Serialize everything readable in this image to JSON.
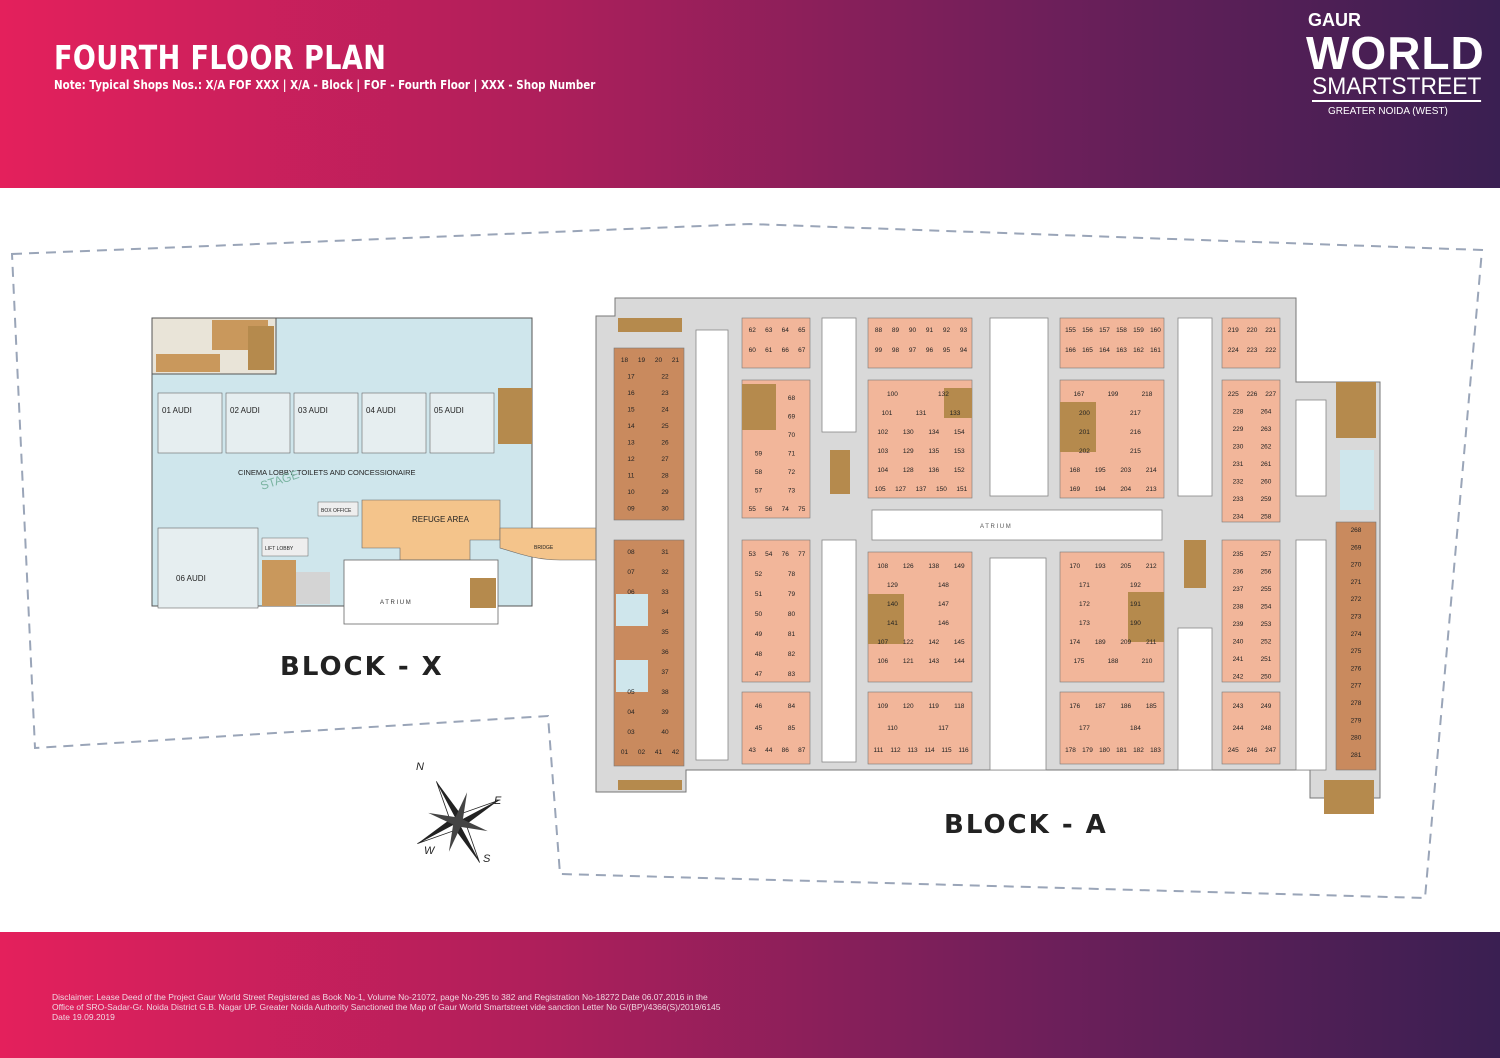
{
  "header": {
    "title": "FOURTH FLOOR PLAN",
    "note": "Note: Typical Shops Nos.: X/A FOF XXX | X/A - Block | FOF - Fourth Floor | XXX - Shop Number"
  },
  "logo": {
    "line1": "GAUR",
    "line2": "WORLD",
    "line3": "SMARTSTREET",
    "line4": "GREATER NOIDA (WEST)"
  },
  "blocks": {
    "x_label": "BLOCK - X",
    "a_label": "BLOCK - A"
  },
  "block_x": {
    "audis": [
      "01 AUDI",
      "02 AUDI",
      "03 AUDI",
      "04 AUDI",
      "05 AUDI",
      "06 AUDI"
    ],
    "lobby": "CINEMA LOBBY, TOILETS AND CONCESSIONAIRE",
    "stage": "STAGE",
    "refuge": "REFUGE AREA",
    "atrium": "A T R I U M",
    "bridge": "BRIDGE",
    "box_office": "BOX OFFICE",
    "lift_lobby": "LIFT LOBBY"
  },
  "block_a": {
    "atrium_label": "A T R I U M",
    "col_left_top": [
      [
        "18",
        "19",
        "20",
        "21"
      ],
      [
        "17",
        "22"
      ],
      [
        "16",
        "23"
      ],
      [
        "15",
        "24"
      ],
      [
        "14",
        "25"
      ],
      [
        "13",
        "26"
      ],
      [
        "12",
        "27"
      ],
      [
        "11",
        "28"
      ],
      [
        "10",
        "29"
      ],
      [
        "09",
        "30"
      ]
    ],
    "col_left_bottom": [
      [
        "08",
        "31"
      ],
      [
        "07",
        "32"
      ],
      [
        "06",
        "33"
      ],
      [
        "34"
      ],
      [
        "35"
      ],
      [
        "36"
      ],
      [
        "37"
      ],
      [
        "05",
        "38"
      ],
      [
        "04",
        "39"
      ],
      [
        "03",
        "40"
      ],
      [
        "01",
        "02",
        "41",
        "42"
      ]
    ],
    "grp1_top": [
      [
        "62",
        "63",
        "64",
        "65"
      ],
      [
        "60",
        "61",
        "66",
        "67"
      ]
    ],
    "grp1_mid": [
      [
        "68"
      ],
      [
        "69"
      ],
      [
        "70"
      ],
      [
        "59",
        "71"
      ],
      [
        "58",
        "72"
      ],
      [
        "57",
        "73"
      ],
      [
        "55",
        "56",
        "74",
        "75"
      ]
    ],
    "grp1_bottom": [
      [
        "53",
        "54",
        "76",
        "77"
      ],
      [
        "52",
        "78"
      ],
      [
        "51",
        "79"
      ],
      [
        "50",
        "80"
      ],
      [
        "49",
        "81"
      ],
      [
        "48",
        "82"
      ],
      [
        "47",
        "83"
      ]
    ],
    "grp1_last": [
      [
        "46",
        "84"
      ],
      [
        "45",
        "85"
      ],
      [
        "43",
        "44",
        "86",
        "87"
      ]
    ],
    "grp2_top": [
      [
        "88",
        "89",
        "90",
        "91",
        "92",
        "93"
      ],
      [
        "99",
        "98",
        "97",
        "96",
        "95",
        "94"
      ]
    ],
    "grp2_mid": [
      [
        "100",
        "132"
      ],
      [
        "101",
        "131",
        "133"
      ],
      [
        "102",
        "130",
        "134",
        "154"
      ],
      [
        "103",
        "129",
        "135",
        "153"
      ],
      [
        "104",
        "128",
        "136",
        "152"
      ],
      [
        "105",
        "127",
        "137",
        "150",
        "151"
      ]
    ],
    "grp2_bottom": [
      [
        "108",
        "126",
        "138",
        "149"
      ],
      [
        "129",
        "148"
      ],
      [
        "140",
        "147"
      ],
      [
        "141",
        "146"
      ],
      [
        "107",
        "122",
        "142",
        "145"
      ],
      [
        "106",
        "121",
        "143",
        "144"
      ]
    ],
    "grp2_last": [
      [
        "109",
        "120",
        "119",
        "118"
      ],
      [
        "110",
        "117"
      ],
      [
        "111",
        "112",
        "113",
        "114",
        "115",
        "116"
      ]
    ],
    "grp3_top": [
      [
        "155",
        "156",
        "157",
        "158",
        "159",
        "160"
      ],
      [
        "166",
        "165",
        "164",
        "163",
        "162",
        "161"
      ]
    ],
    "grp3_mid": [
      [
        "167",
        "199",
        "218"
      ],
      [
        "200",
        "217"
      ],
      [
        "201",
        "216"
      ],
      [
        "202",
        "215"
      ],
      [
        "168",
        "195",
        "203",
        "214"
      ],
      [
        "169",
        "194",
        "204",
        "213"
      ]
    ],
    "grp3_bottom": [
      [
        "170",
        "193",
        "205",
        "212"
      ],
      [
        "171",
        "192"
      ],
      [
        "172",
        "191"
      ],
      [
        "173",
        "190"
      ],
      [
        "174",
        "189",
        "209",
        "211"
      ],
      [
        "175",
        "188",
        "210"
      ]
    ],
    "grp3_last": [
      [
        "176",
        "187",
        "186",
        "185"
      ],
      [
        "177",
        "184"
      ],
      [
        "178",
        "179",
        "180",
        "181",
        "182",
        "183"
      ]
    ],
    "grp4_top": [
      [
        "219",
        "220",
        "221"
      ],
      [
        "224",
        "223",
        "222"
      ]
    ],
    "grp4_mid": [
      [
        "225",
        "226",
        "227"
      ],
      [
        "228",
        "264"
      ],
      [
        "229",
        "263"
      ],
      [
        "230",
        "262"
      ],
      [
        "231",
        "261"
      ],
      [
        "232",
        "260"
      ],
      [
        "233",
        "259"
      ],
      [
        "234",
        "258"
      ]
    ],
    "grp4_bottom": [
      [
        "235",
        "257"
      ],
      [
        "236",
        "256"
      ],
      [
        "237",
        "255"
      ],
      [
        "238",
        "254"
      ],
      [
        "239",
        "253"
      ],
      [
        "240",
        "252"
      ],
      [
        "241",
        "251"
      ],
      [
        "242",
        "250"
      ]
    ],
    "grp4_last": [
      [
        "243",
        "249"
      ],
      [
        "244",
        "248"
      ],
      [
        "245",
        "246",
        "247"
      ]
    ],
    "right_strip": [
      "268",
      "269",
      "270",
      "271",
      "272",
      "273",
      "274",
      "275",
      "276",
      "277",
      "278",
      "279",
      "280",
      "281"
    ]
  },
  "compass": {
    "n": "N",
    "e": "E",
    "s": "S",
    "w": "W"
  },
  "footer": {
    "disclaimer": "Disclaimer: Lease Deed of the Project Gaur World Street Registered as Book No-1, Volume No-21072, page No-295 to 382 and Registration No-18272 Date 06.07.2016 in the Office of SRO-Sadar-Gr. Noida District G.B. Nagar UP. Greater Noida Authority Sanctioned the Map of Gaur World Smartstreet vide sanction Letter No G/(BP)/4366(S)/2019/6145 Date 19.09.2019"
  },
  "colors": {
    "shop": "#f2b69a",
    "shop_dark": "#c98a5e",
    "corridor": "#d9d9d9",
    "atrium": "#ffffff",
    "cinema": "#cfe6ec",
    "refuge": "#f4c48b",
    "stair": "#b58a4d"
  }
}
